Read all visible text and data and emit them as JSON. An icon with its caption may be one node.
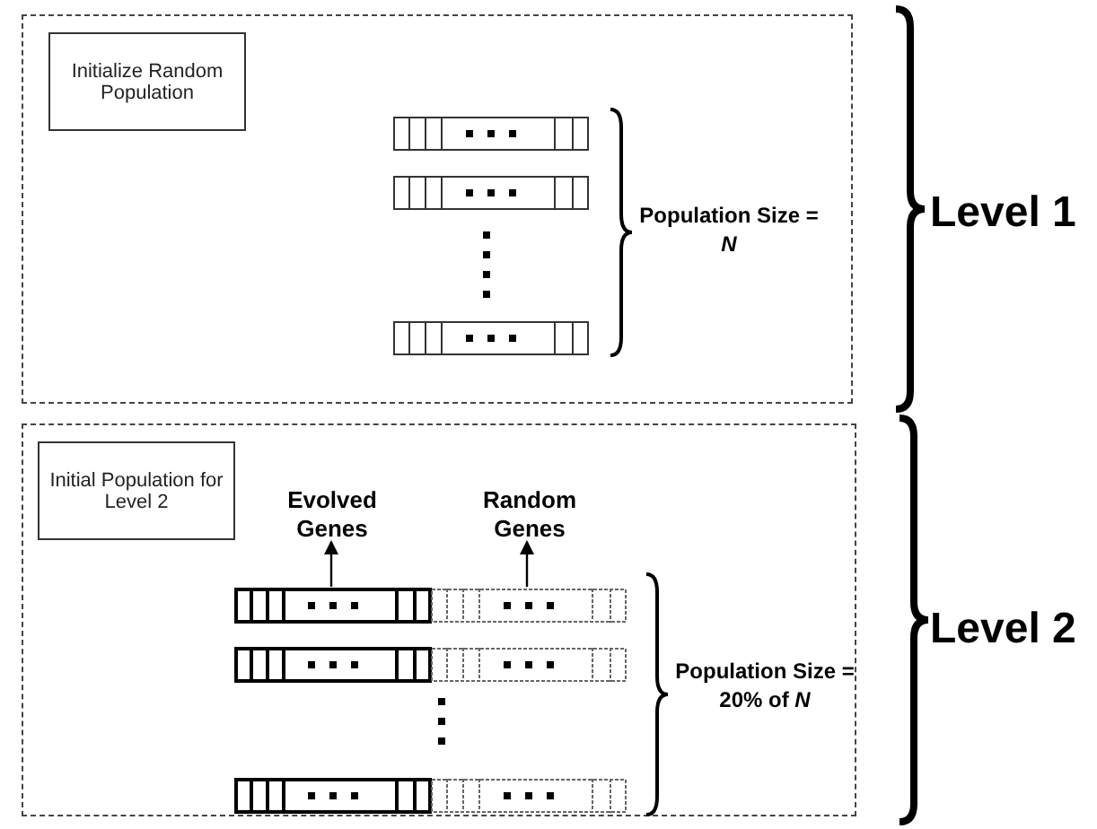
{
  "diagram": {
    "nodes": [
      {
        "text": [],
        "shape": "box",
        "beside": [
          "Level 1"
        ]
      },
      {
        "text": [
          "Initialize Random Population"
        ],
        "in": 0
      },
      {
        "text": [],
        "shape": "bar",
        "in": 0
      },
      {
        "text": [],
        "shape": "bar",
        "in": 0
      },
      {
        "text": [],
        "shape": "bar",
        "in": 0
      },
      {
        "text": [],
        "shape": "box",
        "beside": [
          "Level 2"
        ]
      },
      {
        "text": [
          "Initial Population for Level 2"
        ],
        "in": 5
      },
      {
        "text": [
          "Evolved Genes"
        ],
        "in": 5
      },
      {
        "text": [
          "Random Genes"
        ],
        "in": 5
      },
      {
        "text": [],
        "shape": "bar",
        "in": 5
      },
      {
        "text": [],
        "shape": "bar",
        "in": 5
      },
      {
        "text": [],
        "shape": "bar",
        "in": 5
      },
      {
        "text": [],
        "shape": "bar",
        "in": 5
      },
      {
        "text": [],
        "shape": "bar",
        "in": 5
      },
      {
        "text": [],
        "shape": "bar",
        "in": 5
      }
    ],
    "edges": [
      {
        "from": 9,
        "to": 7,
        "arrow": "to"
      },
      {
        "from": 10,
        "to": 8,
        "arrow": "to"
      }
    ],
    "labels": [
      "Population Size = *N*",
      "Population Size = 20% of *N*"
    ]
  }
}
